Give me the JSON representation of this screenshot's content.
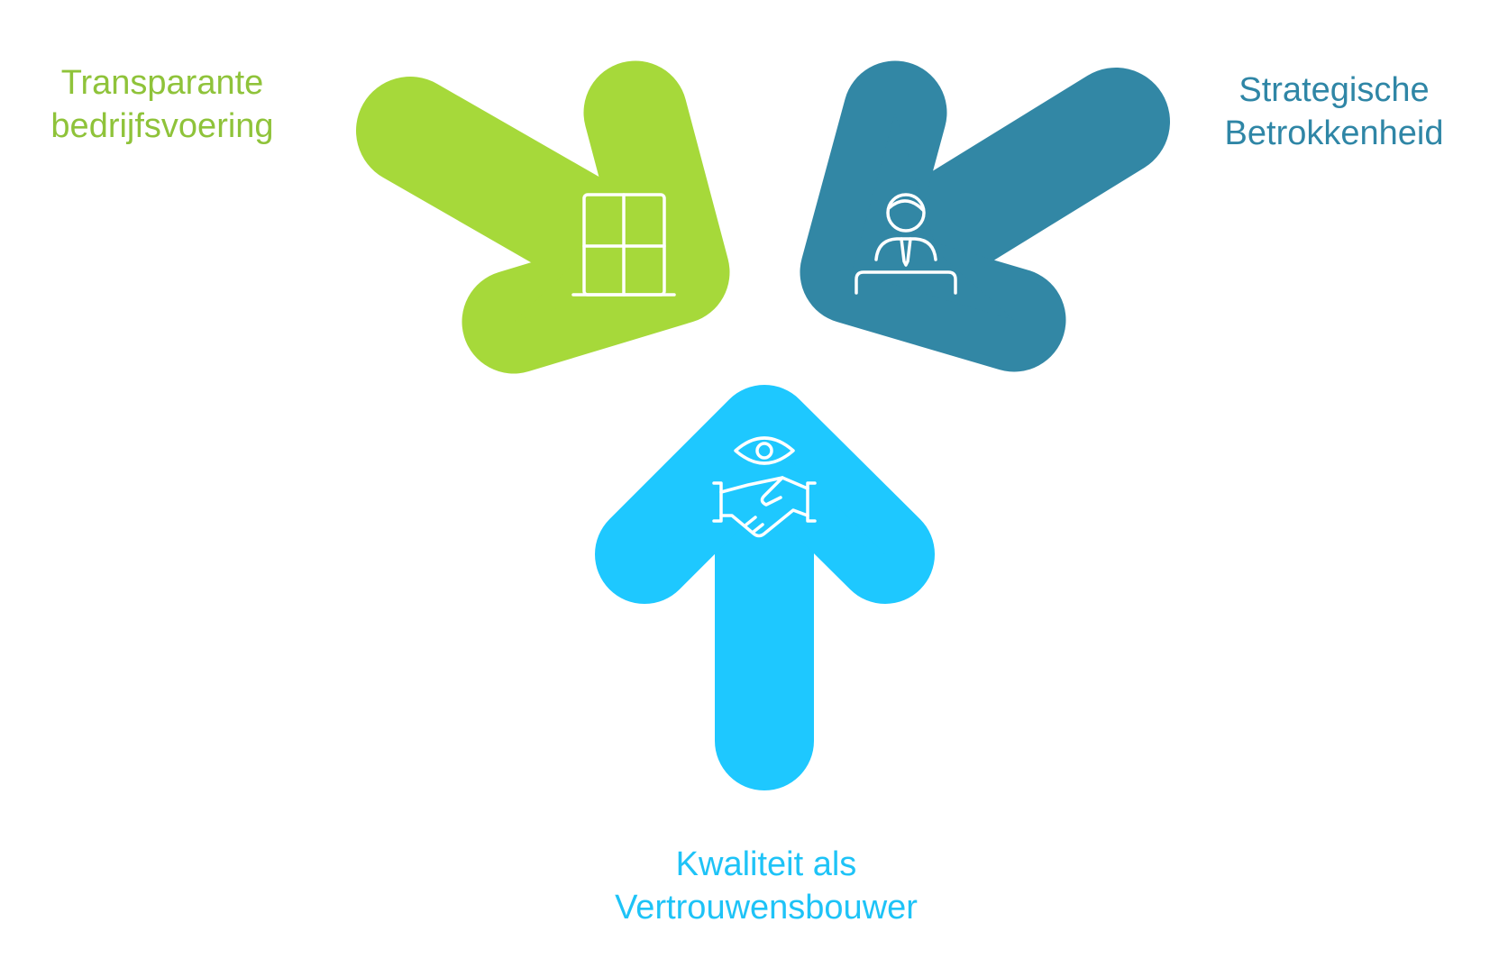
{
  "colors": {
    "green": "#a6d93a",
    "green_text": "#8fc33a",
    "teal": "#3287a5",
    "teal_text": "#2f86a6",
    "cyan": "#1ec8ff",
    "cyan_text": "#1ec3f7",
    "icon": "#ffffff"
  },
  "items": [
    {
      "name": "transparante",
      "label_lines": [
        "Transparante",
        "bedrijfsvoering"
      ],
      "icon": "window-icon",
      "direction": "down-right"
    },
    {
      "name": "strategische",
      "label_lines": [
        "Strategische",
        "Betrokkenheid"
      ],
      "icon": "person-at-desk-icon",
      "direction": "down-left"
    },
    {
      "name": "kwaliteit",
      "label_lines": [
        "Kwaliteit als",
        "Vertrouwensbouwer"
      ],
      "icon": "eye-handshake-icon",
      "direction": "up"
    }
  ]
}
